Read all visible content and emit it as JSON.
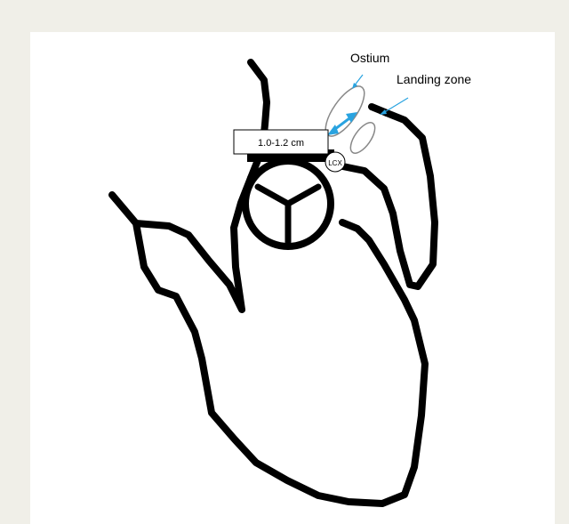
{
  "labels": {
    "ostium": "Ostium",
    "landing_zone": "Landing zone",
    "measurement": "1.0-1.2 cm",
    "lcx": "LCX"
  },
  "colors": {
    "background": "#f0efe8",
    "panel": "#ffffff",
    "outline": "#000000",
    "annotation": "#29a3e0",
    "ellipse_stroke": "#888888"
  }
}
